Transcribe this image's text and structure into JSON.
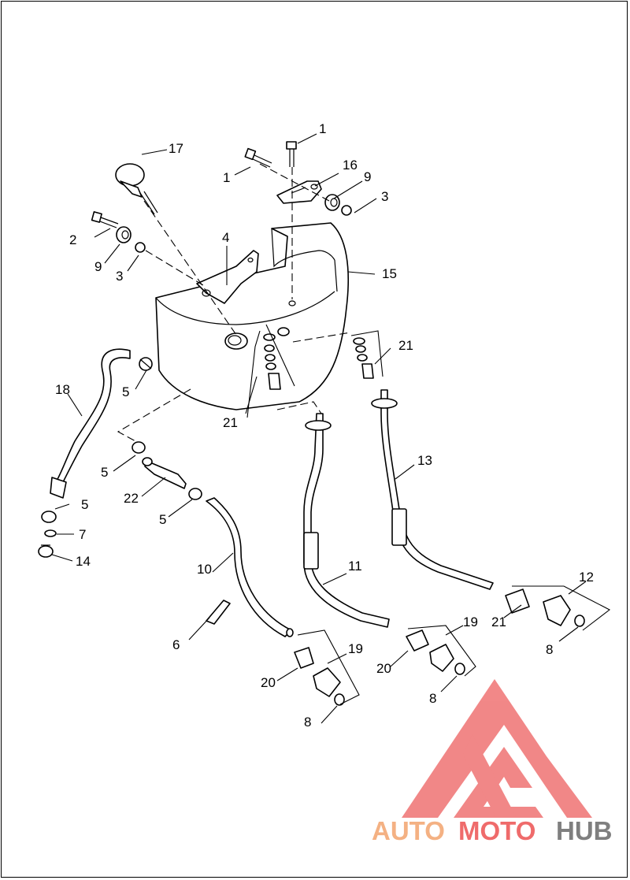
{
  "callouts": [
    {
      "id": "c1a",
      "text": "1"
    },
    {
      "id": "c1b",
      "text": "1"
    },
    {
      "id": "c2",
      "text": "2"
    },
    {
      "id": "c3a",
      "text": "3"
    },
    {
      "id": "c3b",
      "text": "3"
    },
    {
      "id": "c4",
      "text": "4"
    },
    {
      "id": "c5a",
      "text": "5"
    },
    {
      "id": "c5b",
      "text": "5"
    },
    {
      "id": "c5c",
      "text": "5"
    },
    {
      "id": "c5d",
      "text": "5"
    },
    {
      "id": "c6",
      "text": "6"
    },
    {
      "id": "c7",
      "text": "7"
    },
    {
      "id": "c8a",
      "text": "8"
    },
    {
      "id": "c8b",
      "text": "8"
    },
    {
      "id": "c8c",
      "text": "8"
    },
    {
      "id": "c9a",
      "text": "9"
    },
    {
      "id": "c9b",
      "text": "9"
    },
    {
      "id": "c10",
      "text": "10"
    },
    {
      "id": "c11",
      "text": "11"
    },
    {
      "id": "c12",
      "text": "12"
    },
    {
      "id": "c13",
      "text": "13"
    },
    {
      "id": "c14",
      "text": "14"
    },
    {
      "id": "c15",
      "text": "15"
    },
    {
      "id": "c16",
      "text": "16"
    },
    {
      "id": "c17",
      "text": "17"
    },
    {
      "id": "c18",
      "text": "18"
    },
    {
      "id": "c19a",
      "text": "19"
    },
    {
      "id": "c19b",
      "text": "19"
    },
    {
      "id": "c20a",
      "text": "20"
    },
    {
      "id": "c20b",
      "text": "20"
    },
    {
      "id": "c21a",
      "text": "21"
    },
    {
      "id": "c21b",
      "text": "21"
    },
    {
      "id": "c21c",
      "text": "21"
    },
    {
      "id": "c22",
      "text": "22"
    }
  ],
  "watermark": {
    "part1": "AUTO",
    "part2": "MOTO",
    "part3": "HUB",
    "colors": {
      "auto": "#f4b183",
      "moto": "#ef6b6b",
      "hub": "#7f7f7f",
      "logo": "#ee6666"
    }
  }
}
